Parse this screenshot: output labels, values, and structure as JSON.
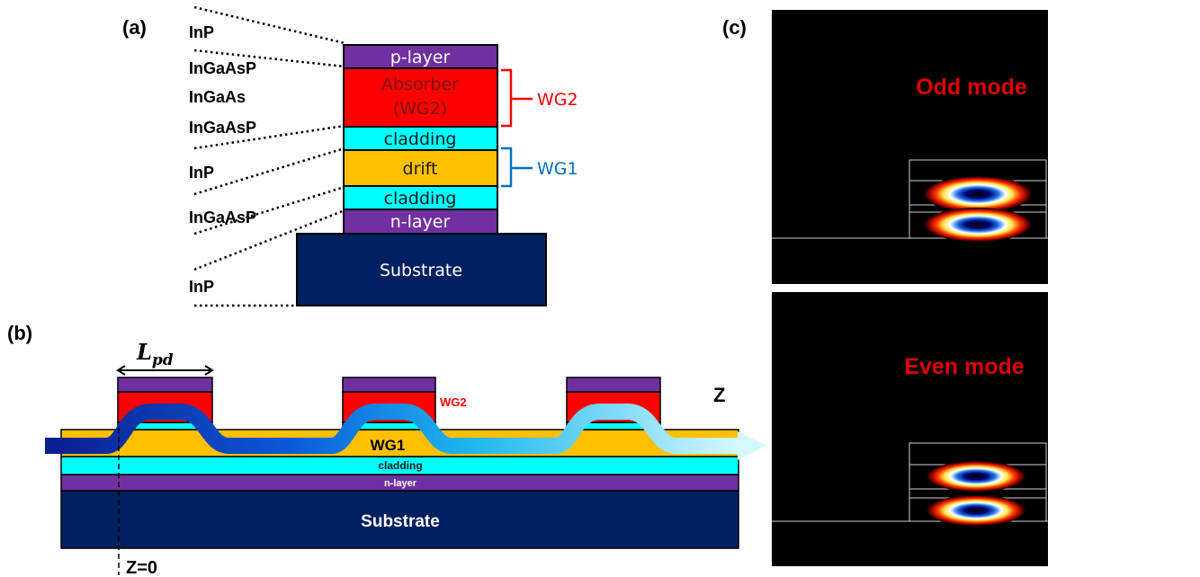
{
  "panel_labels": {
    "a": "(a)",
    "b": "(b)",
    "c": "(c)"
  },
  "panel_a": {
    "left_materials": [
      "InP",
      "InGaAsP",
      "InGaAs",
      "InGaAsP",
      "InP",
      "InGaAsP",
      "InP"
    ],
    "layers": {
      "p_layer": "p-layer",
      "absorber_line1": "Absorber",
      "absorber_line2": "(WG2)",
      "cladding_top": "cladding",
      "drift": "drift",
      "cladding_bottom": "cladding",
      "n_layer": "n-layer",
      "substrate": "Substrate"
    },
    "brackets": {
      "wg2": "WG2",
      "wg1": "WG1"
    }
  },
  "panel_b": {
    "length_label_main": "L",
    "length_label_sub": "pd",
    "wg2": "WG2",
    "wg1": "WG1",
    "cladding": "cladding",
    "n_layer": "n-layer",
    "substrate": "Substrate",
    "z_axis": "Z",
    "z_zero": "Z=0"
  },
  "panel_c": {
    "odd_mode": "Odd mode",
    "even_mode": "Even mode"
  },
  "colors": {
    "p_layer": "#7030a0",
    "absorber": "#ff0000",
    "cladding": "#00ffff",
    "drift": "#ffc000",
    "substrate": "#002060",
    "wg1_label": "#0070c0",
    "wg2_label": "#ff0000",
    "mode_title": "#e00000"
  }
}
